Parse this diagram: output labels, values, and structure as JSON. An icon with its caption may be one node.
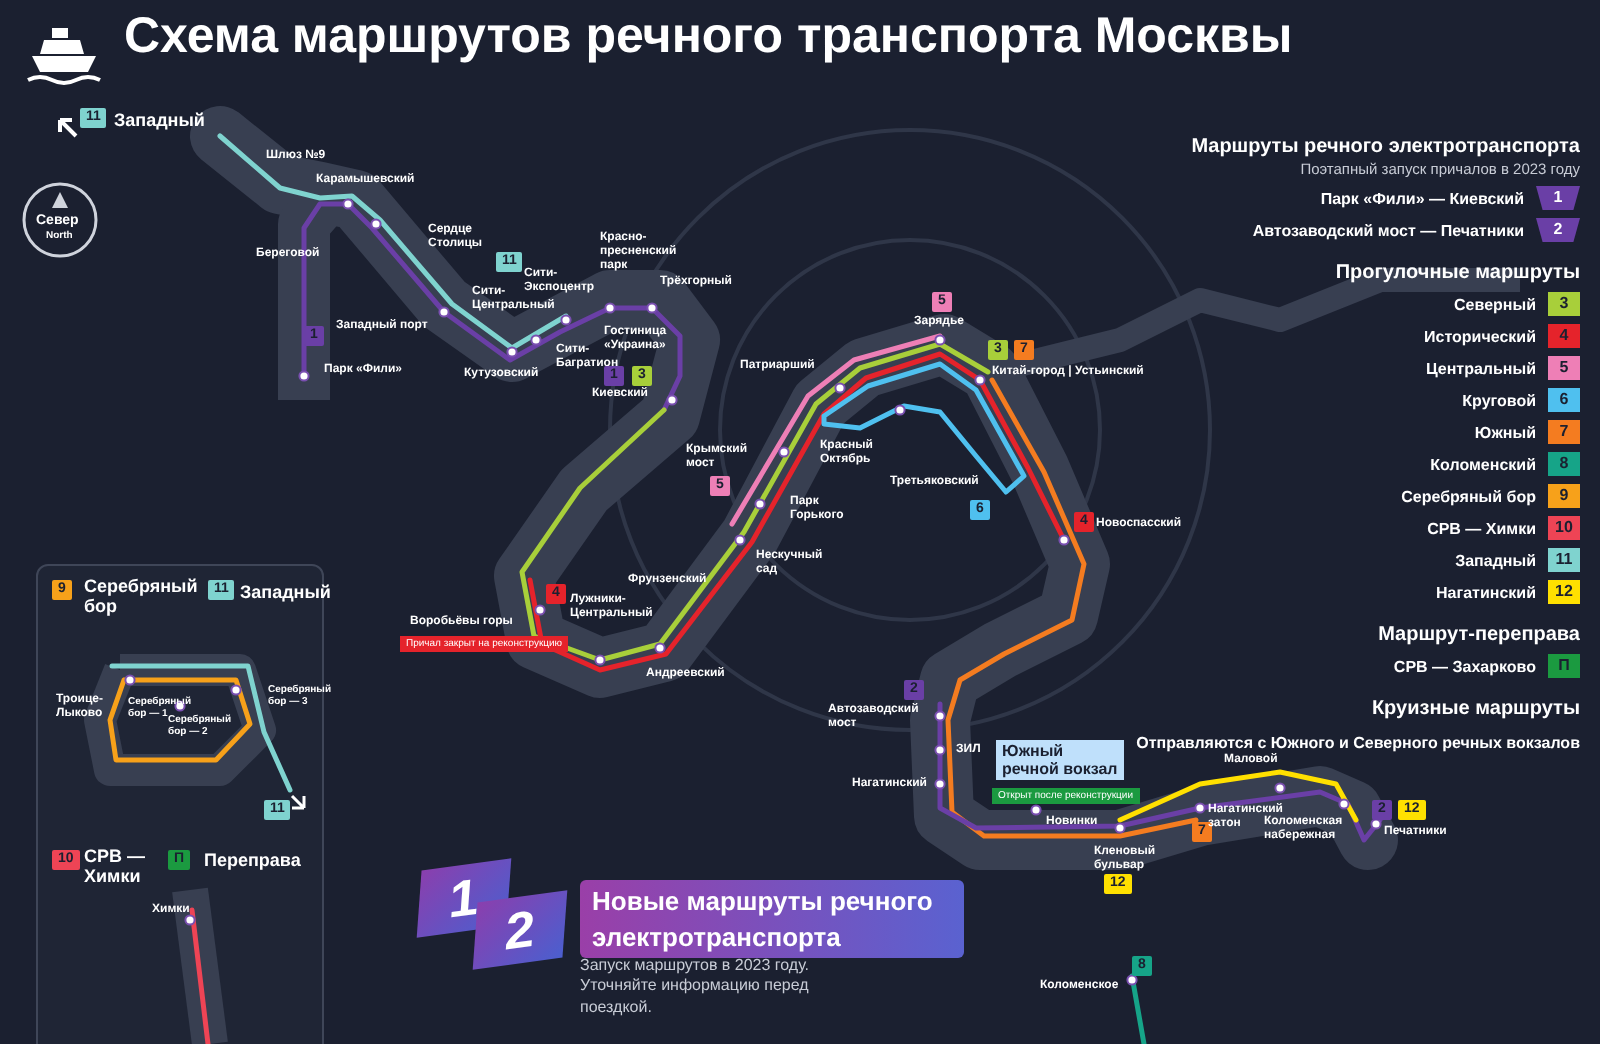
{
  "diagram": {
    "title": "Схема маршрутов речного транспорта Москвы",
    "labels": [
      "11",
      "Западный",
      "Север",
      "North",
      "Шлюз №9",
      "Карамышевский",
      "Береговой",
      "Сердце Столицы",
      "Западный порт",
      "Кутузовский",
      "Сити-Центральный",
      "Сити-Экспоцентр",
      "11",
      "Сити-Багратион",
      "Красно-пресненский парк",
      "Трёхгорный",
      "Гостиница «Украина»",
      "1",
      "3",
      "Киевский",
      "1",
      "Парк «Фили»",
      "Патриарший",
      "5",
      "Зарядье",
      "3",
      "7",
      "Китай-город | Устьинский",
      "Красный Октябрь",
      "Третьяковский",
      "6",
      "Крымский мост",
      "5",
      "Парк Горького",
      "Нескучный сад",
      "Фрунзенский",
      "4",
      "Новоспасский",
      "4",
      "Лужники-Центральный",
      "Воробьёвы горы",
      "Причал закрыт на реконструкцию",
      "Андреевский",
      "2",
      "Автозаводский мост",
      "ЗИЛ",
      "Нагатинский",
      "Новинки",
      "Южный речной вокзал",
      "Открыт после реконструкции",
      "Кленовый бульвар",
      "12",
      "7",
      "Нагатинский затон",
      "Маловой",
      "Коломенская набережная",
      "2",
      "12",
      "Печатники",
      "8",
      "Коломенское",
      "9",
      "Серебряный бор",
      "11",
      "Западный",
      "Троице-Лыково",
      "Серебряный бор — 1",
      "Серебряный бор — 2",
      "Серебряный бор — 3",
      "11",
      "10",
      "СРВ — Химки",
      "П",
      "Переправа",
      "Химки",
      "1",
      "2",
      "Новые маршруты речного электротранспорта",
      "Запуск маршрутов в 2023 году. Уточняйте информацию перед поездкой.",
      "Маршруты речного электротранспорта",
      "Поэтапный запуск причалов в 2023 году",
      "1",
      "2",
      "Прогулочные маршруты",
      "3",
      "4",
      "5",
      "6",
      "7",
      "8",
      "9",
      "10",
      "11",
      "12",
      "Маршрут-переправа",
      "П",
      "Круизные маршруты",
      "Отправляются с Южного и Северного речных вокзалов"
    ],
    "legend": [
      {
        "text": "Парк «Фили» — Киевский",
        "color": "#6a3fa6"
      },
      {
        "text": "Автозаводский мост — Печатники",
        "color": "#6a3fa6"
      },
      {
        "text": "Северный",
        "color": "#a8cf3a"
      },
      {
        "text": "Исторический",
        "color": "#e5232b"
      },
      {
        "text": "Центральный",
        "color": "#ee7fb6"
      },
      {
        "text": "Круговой",
        "color": "#4fc0ef"
      },
      {
        "text": "Южный",
        "color": "#f47c20"
      },
      {
        "text": "Коломенский",
        "color": "#16a488"
      },
      {
        "text": "Серебряный бор",
        "color": "#f7a11a"
      },
      {
        "text": "СРВ — Химки",
        "color": "#ee4455"
      },
      {
        "text": "Западный",
        "color": "#7fd3cf"
      },
      {
        "text": "Нагатинский",
        "color": "#ffe000"
      },
      {
        "text": "СРВ — Захарково",
        "color": "#1b9a40"
      }
    ]
  }
}
